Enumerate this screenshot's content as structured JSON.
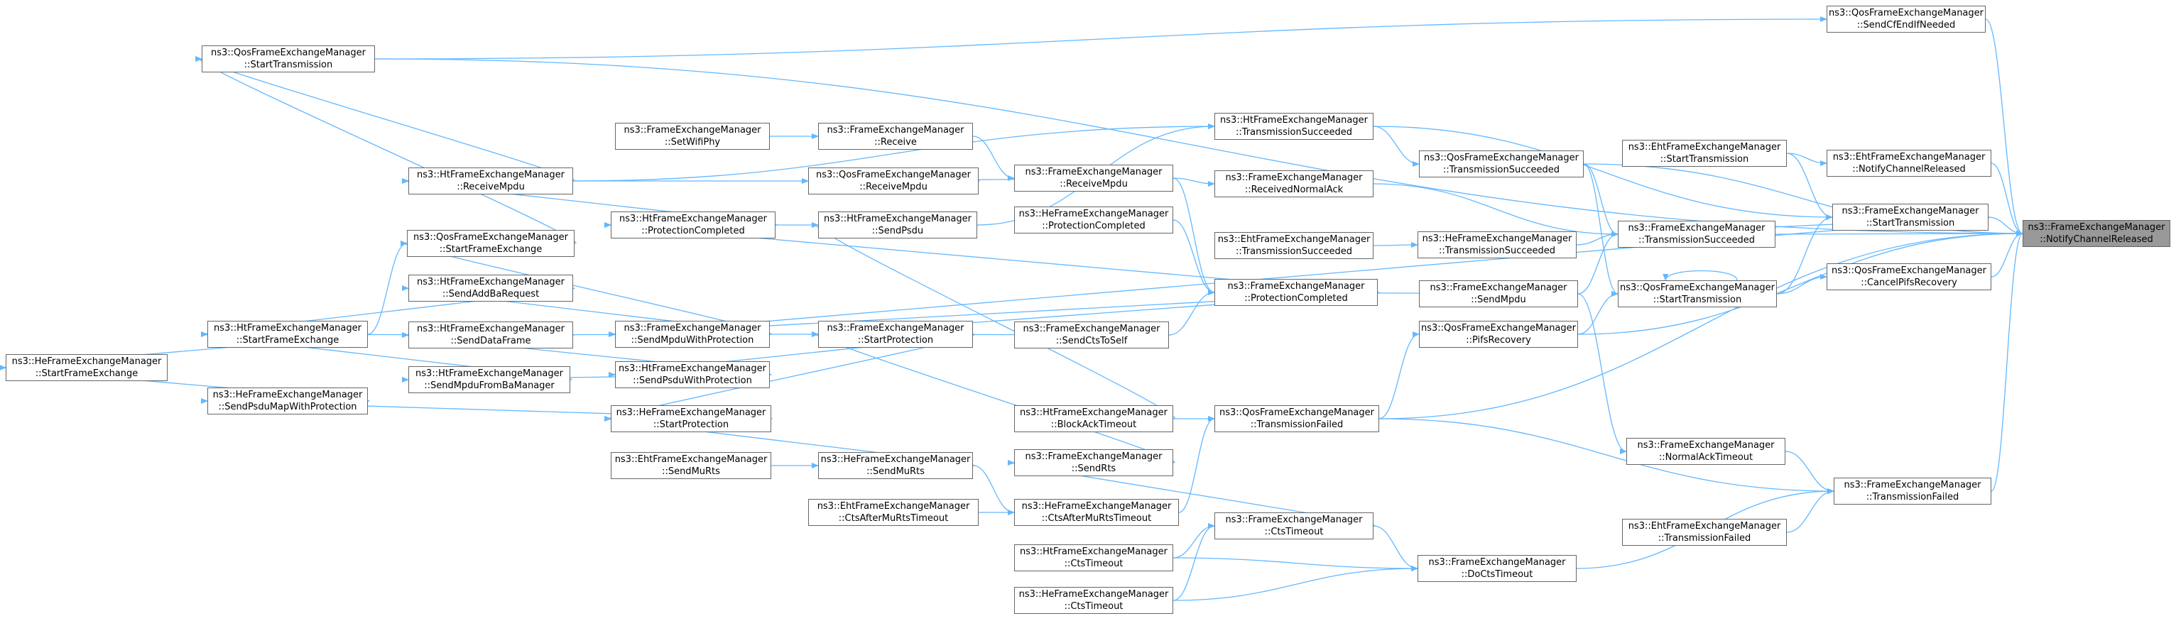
{
  "graph": {
    "title": "",
    "edge_color": "#63b8ff",
    "target_fill": "#999999",
    "nodes": [
      {
        "id": "notify",
        "l1": "ns3::FrameExchangeManager",
        "l2": "::NotifyChannelReleased",
        "target": true
      },
      {
        "id": "qos_sendcfend",
        "l1": "ns3::QosFrameExchangeManager",
        "l2": "::SendCfEndIfNeeded"
      },
      {
        "id": "qos_starttx_left",
        "l1": "ns3::QosFrameExchangeManager",
        "l2": "::StartTransmission"
      },
      {
        "id": "ht_txsucc_top",
        "l1": "ns3::HtFrameExchangeManager",
        "l2": "::TransmissionSucceeded"
      },
      {
        "id": "fem_setwifiphy",
        "l1": "ns3::FrameExchangeManager",
        "l2": "::SetWifiPhy"
      },
      {
        "id": "fem_receive",
        "l1": "ns3::FrameExchangeManager",
        "l2": "::Receive"
      },
      {
        "id": "qos_txsucc",
        "l1": "ns3::QosFrameExchangeManager",
        "l2": "::TransmissionSucceeded"
      },
      {
        "id": "eht_starttx",
        "l1": "ns3::EhtFrameExchangeManager",
        "l2": "::StartTransmission"
      },
      {
        "id": "eht_notify",
        "l1": "ns3::EhtFrameExchangeManager",
        "l2": "::NotifyChannelReleased"
      },
      {
        "id": "ht_receivempdu",
        "l1": "ns3::HtFrameExchangeManager",
        "l2": "::ReceiveMpdu"
      },
      {
        "id": "qos_receivempdu",
        "l1": "ns3::QosFrameExchangeManager",
        "l2": "::ReceiveMpdu"
      },
      {
        "id": "fem_receivempdu",
        "l1": "ns3::FrameExchangeManager",
        "l2": "::ReceiveMpdu"
      },
      {
        "id": "fem_recvnormalack",
        "l1": "ns3::FrameExchangeManager",
        "l2": "::ReceivedNormalAck"
      },
      {
        "id": "fem_starttx",
        "l1": "ns3::FrameExchangeManager",
        "l2": "::StartTransmission"
      },
      {
        "id": "ht_protcompl",
        "l1": "ns3::HtFrameExchangeManager",
        "l2": "::ProtectionCompleted"
      },
      {
        "id": "ht_sendpsdu",
        "l1": "ns3::HtFrameExchangeManager",
        "l2": "::SendPsdu"
      },
      {
        "id": "fem_txsucc",
        "l1": "ns3::FrameExchangeManager",
        "l2": "::TransmissionSucceeded"
      },
      {
        "id": "qos_startfe",
        "l1": "ns3::QosFrameExchangeManager",
        "l2": "::StartFrameExchange"
      },
      {
        "id": "he_protcompl",
        "l1": "ns3::HeFrameExchangeManager",
        "l2": "::ProtectionCompleted"
      },
      {
        "id": "eht_txsucc",
        "l1": "ns3::EhtFrameExchangeManager",
        "l2": "::TransmissionSucceeded"
      },
      {
        "id": "he_txsucc",
        "l1": "ns3::HeFrameExchangeManager",
        "l2": "::TransmissionSucceeded"
      },
      {
        "id": "ht_sendaddba",
        "l1": "ns3::HtFrameExchangeManager",
        "l2": "::SendAddBaRequest"
      },
      {
        "id": "fem_protcompl",
        "l1": "ns3::FrameExchangeManager",
        "l2": "::ProtectionCompleted"
      },
      {
        "id": "fem_sendmpdu",
        "l1": "ns3::FrameExchangeManager",
        "l2": "::SendMpdu"
      },
      {
        "id": "qos_cancelpifs",
        "l1": "ns3::QosFrameExchangeManager",
        "l2": "::CancelPifsRecovery"
      },
      {
        "id": "ht_startfe",
        "l1": "ns3::HtFrameExchangeManager",
        "l2": "::StartFrameExchange"
      },
      {
        "id": "fem_sendmpduwp",
        "l1": "ns3::FrameExchangeManager",
        "l2": "::SendMpduWithProtection"
      },
      {
        "id": "ht_senddata",
        "l1": "ns3::HtFrameExchangeManager",
        "l2": "::SendDataFrame"
      },
      {
        "id": "qos_starttx_right",
        "l1": "ns3::QosFrameExchangeManager",
        "l2": "::StartTransmission"
      },
      {
        "id": "he_startfe",
        "l1": "ns3::HeFrameExchangeManager",
        "l2": "::StartFrameExchange"
      },
      {
        "id": "ht_sendmpdufromba",
        "l1": "ns3::HtFrameExchangeManager",
        "l2": "::SendMpduFromBaManager"
      },
      {
        "id": "ht_sendpsduwp",
        "l1": "ns3::HtFrameExchangeManager",
        "l2": "::SendPsduWithProtection"
      },
      {
        "id": "fem_startprot",
        "l1": "ns3::FrameExchangeManager",
        "l2": "::StartProtection"
      },
      {
        "id": "fem_sendctstoself",
        "l1": "ns3::FrameExchangeManager",
        "l2": "::SendCtsToSelf"
      },
      {
        "id": "qos_pifsrecovery",
        "l1": "ns3::QosFrameExchangeManager",
        "l2": "::PifsRecovery"
      },
      {
        "id": "he_sendpsdumap",
        "l1": "ns3::HeFrameExchangeManager",
        "l2": "::SendPsduMapWithProtection"
      },
      {
        "id": "he_startprot",
        "l1": "ns3::HeFrameExchangeManager",
        "l2": "::StartProtection"
      },
      {
        "id": "ht_blockacktimeout",
        "l1": "ns3::HtFrameExchangeManager",
        "l2": "::BlockAckTimeout"
      },
      {
        "id": "qos_txfailed",
        "l1": "ns3::QosFrameExchangeManager",
        "l2": "::TransmissionFailed"
      },
      {
        "id": "eht_sendmurts",
        "l1": "ns3::EhtFrameExchangeManager",
        "l2": "::SendMuRts"
      },
      {
        "id": "he_sendmurts",
        "l1": "ns3::HeFrameExchangeManager",
        "l2": "::SendMuRts"
      },
      {
        "id": "fem_sendrts",
        "l1": "ns3::FrameExchangeManager",
        "l2": "::SendRts"
      },
      {
        "id": "fem_normalacktimeout",
        "l1": "ns3::FrameExchangeManager",
        "l2": "::NormalAckTimeout"
      },
      {
        "id": "fem_txfailed",
        "l1": "ns3::FrameExchangeManager",
        "l2": "::TransmissionFailed"
      },
      {
        "id": "eht_ctsaftermurts",
        "l1": "ns3::EhtFrameExchangeManager",
        "l2": "::CtsAfterMuRtsTimeout"
      },
      {
        "id": "he_ctsaftermurts",
        "l1": "ns3::HeFrameExchangeManager",
        "l2": "::CtsAfterMuRtsTimeout"
      },
      {
        "id": "fem_ctstimeout",
        "l1": "ns3::FrameExchangeManager",
        "l2": "::CtsTimeout"
      },
      {
        "id": "eht_txfailed",
        "l1": "ns3::EhtFrameExchangeManager",
        "l2": "::TransmissionFailed"
      },
      {
        "id": "ht_ctstimeout",
        "l1": "ns3::HtFrameExchangeManager",
        "l2": "::CtsTimeout"
      },
      {
        "id": "fem_doctstimeout",
        "l1": "ns3::FrameExchangeManager",
        "l2": "::DoCtsTimeout"
      },
      {
        "id": "he_ctstimeout",
        "l1": "ns3::HeFrameExchangeManager",
        "l2": "::CtsTimeout"
      }
    ],
    "edges": [
      [
        "qos_sendcfend",
        "notify"
      ],
      [
        "qos_starttx_left",
        "qos_sendcfend"
      ],
      [
        "qos_starttx_left",
        "notify"
      ],
      [
        "ht_receivempdu",
        "qos_starttx_left"
      ],
      [
        "ht_receivempdu",
        "ht_txsucc_top"
      ],
      [
        "ht_txsucc_top",
        "fem_starttx"
      ],
      [
        "ht_txsucc_top",
        "qos_txsucc"
      ],
      [
        "ht_sendpsdu",
        "ht_txsucc_top"
      ],
      [
        "qos_txsucc",
        "notify"
      ],
      [
        "qos_txsucc",
        "fem_txsucc"
      ],
      [
        "qos_txsucc",
        "qos_starttx_right"
      ],
      [
        "fem_setwifiphy",
        "fem_receive"
      ],
      [
        "fem_receive",
        "fem_receivempdu"
      ],
      [
        "qos_receivempdu",
        "ht_receivempdu"
      ],
      [
        "fem_receivempdu",
        "qos_receivempdu"
      ],
      [
        "fem_receivempdu",
        "fem_recvnormalack"
      ],
      [
        "fem_receivempdu",
        "fem_protcompl"
      ],
      [
        "fem_recvnormalack",
        "fem_txsucc"
      ],
      [
        "eht_starttx",
        "eht_notify"
      ],
      [
        "eht_notify",
        "notify"
      ],
      [
        "eht_starttx",
        "fem_starttx"
      ],
      [
        "fem_starttx",
        "notify"
      ],
      [
        "fem_starttx",
        "fem_txsucc"
      ],
      [
        "fem_starttx",
        "fem_sendmpduwp"
      ],
      [
        "fem_txsucc",
        "notify"
      ],
      [
        "he_txsucc",
        "fem_txsucc"
      ],
      [
        "eht_txsucc",
        "he_txsucc"
      ],
      [
        "fem_sendmpdu",
        "fem_txsucc"
      ],
      [
        "ht_protcompl",
        "ht_receivempdu"
      ],
      [
        "ht_sendpsdu",
        "ht_protcompl"
      ],
      [
        "fem_protcompl",
        "ht_protcompl"
      ],
      [
        "he_protcompl",
        "fem_protcompl"
      ],
      [
        "fem_protcompl",
        "fem_sendmpduwp"
      ],
      [
        "fem_protcompl",
        "fem_startprot"
      ],
      [
        "fem_sendmpdu",
        "fem_protcompl"
      ],
      [
        "fem_sendctstoself",
        "fem_protcompl"
      ],
      [
        "qos_startfe",
        "qos_starttx_left"
      ],
      [
        "ht_startfe",
        "qos_startfe"
      ],
      [
        "fem_sendmpduwp",
        "qos_startfe"
      ],
      [
        "fem_sendmpduwp",
        "ht_sendaddba"
      ],
      [
        "fem_sendmpduwp",
        "ht_senddata"
      ],
      [
        "ht_sendaddba",
        "ht_startfe"
      ],
      [
        "ht_senddata",
        "ht_startfe"
      ],
      [
        "ht_sendmpdufromba",
        "ht_startfe"
      ],
      [
        "ht_sendpsduwp",
        "ht_senddata"
      ],
      [
        "ht_sendpsduwp",
        "ht_sendmpdufromba"
      ],
      [
        "ht_startfe",
        "he_startfe"
      ],
      [
        "he_sendpsdumap",
        "he_startfe"
      ],
      [
        "fem_startprot",
        "fem_sendmpduwp"
      ],
      [
        "fem_startprot",
        "ht_sendpsduwp"
      ],
      [
        "fem_startprot",
        "he_startprot"
      ],
      [
        "fem_sendctstoself",
        "fem_startprot"
      ],
      [
        "fem_sendrts",
        "fem_startprot"
      ],
      [
        "he_startprot",
        "he_sendpsdumap"
      ],
      [
        "qos_cancelpifs",
        "notify"
      ],
      [
        "qos_starttx_right",
        "qos_cancelpifs"
      ],
      [
        "qos_starttx_right",
        "qos_starttx_right"
      ],
      [
        "qos_starttx_right",
        "fem_starttx"
      ],
      [
        "qos_pifsrecovery",
        "qos_starttx_right"
      ],
      [
        "qos_pifsrecovery",
        "notify"
      ],
      [
        "qos_txfailed",
        "qos_pifsrecovery"
      ],
      [
        "qos_txfailed",
        "notify"
      ],
      [
        "qos_txfailed",
        "fem_txfailed"
      ],
      [
        "ht_blockacktimeout",
        "qos_txfailed"
      ],
      [
        "ht_blockacktimeout",
        "ht_sendpsdu"
      ],
      [
        "he_ctsaftermurts",
        "qos_txfailed"
      ],
      [
        "fem_sendmpdu",
        "fem_normalacktimeout"
      ],
      [
        "fem_normalacktimeout",
        "fem_txfailed"
      ],
      [
        "fem_txfailed",
        "notify"
      ],
      [
        "eht_txfailed",
        "fem_txfailed"
      ],
      [
        "fem_doctstimeout",
        "fem_txfailed"
      ],
      [
        "he_sendmurts",
        "he_startprot"
      ],
      [
        "eht_sendmurts",
        "he_sendmurts"
      ],
      [
        "he_sendmurts",
        "he_ctsaftermurts"
      ],
      [
        "eht_ctsaftermurts",
        "he_ctsaftermurts"
      ],
      [
        "fem_ctstimeout",
        "fem_sendrts"
      ],
      [
        "fem_ctstimeout",
        "fem_doctstimeout"
      ],
      [
        "ht_ctstimeout",
        "fem_ctstimeout"
      ],
      [
        "ht_ctstimeout",
        "fem_doctstimeout"
      ],
      [
        "he_ctstimeout",
        "fem_ctstimeout"
      ],
      [
        "he_ctstimeout",
        "fem_doctstimeout"
      ]
    ]
  }
}
